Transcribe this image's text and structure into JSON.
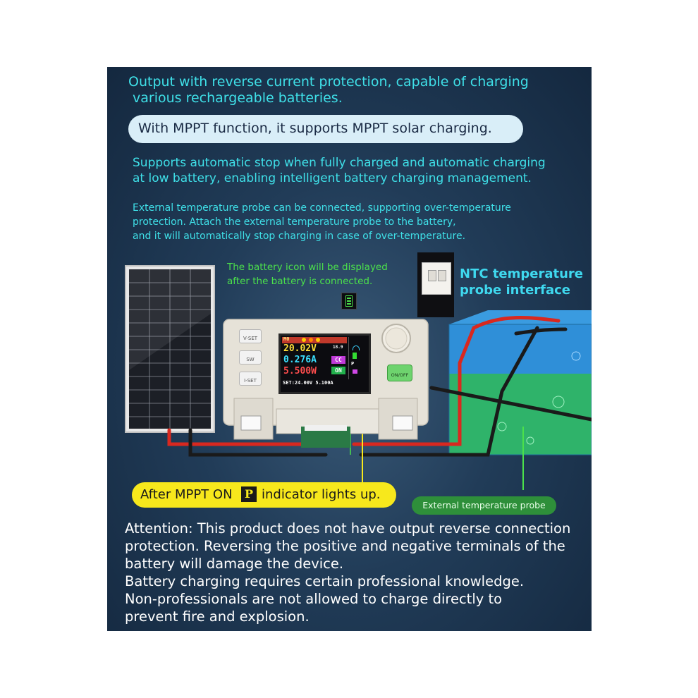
{
  "header": {
    "line1": "Output with reverse current protection, capable of charging",
    "line2": "various rechargeable batteries."
  },
  "mppt_pill": "With MPPT function, it supports MPPT solar charging.",
  "auto_stop": {
    "line1": "Supports automatic stop when fully charged and automatic charging",
    "line2": "at low battery, enabling intelligent battery charging management."
  },
  "temp_probe_text": {
    "line1": "External temperature probe can be connected, supporting over-temperature",
    "line2": "protection. Attach the external temperature probe to the battery,",
    "line3": "and it will automatically stop charging in case of over-temperature."
  },
  "battery_icon_note": {
    "line1": "The battery icon will be displayed",
    "line2": "after the battery is connected."
  },
  "ntc_label": {
    "line1": "NTC temperature",
    "line2": "probe interface"
  },
  "device": {
    "buttons": [
      "V-SET",
      "SW",
      "I-SET"
    ],
    "onoff_label": "ON/OFF",
    "screen": {
      "mode": "M0",
      "temperature": "18.9",
      "voltage": "20.02V",
      "current": "0.276A",
      "power": "5.500W",
      "cc_badge": "CC",
      "on_badge": "ON",
      "p_indicator": "P",
      "set_line": "SET:24.00V 5.100A"
    }
  },
  "mppt_indicator": {
    "before": "After MPPT ON",
    "icon_letter": "P",
    "after": "indicator lights up."
  },
  "probe_label": "External temperature probe",
  "attention": {
    "line1": "Attention: This product does not have output reverse connection",
    "line2": "protection. Reversing the positive and negative terminals of the",
    "line3": "battery will damage the device.",
    "line4": "Battery charging requires certain professional knowledge.",
    "line5": "Non-professionals are not allowed to charge directly to",
    "line6": "prevent fire and explosion."
  },
  "colors": {
    "accent_cyan": "#3fe0e8",
    "note_green": "#4be04b",
    "indicator_yellow": "#f7e81c",
    "probe_green": "#2e8f3a"
  }
}
